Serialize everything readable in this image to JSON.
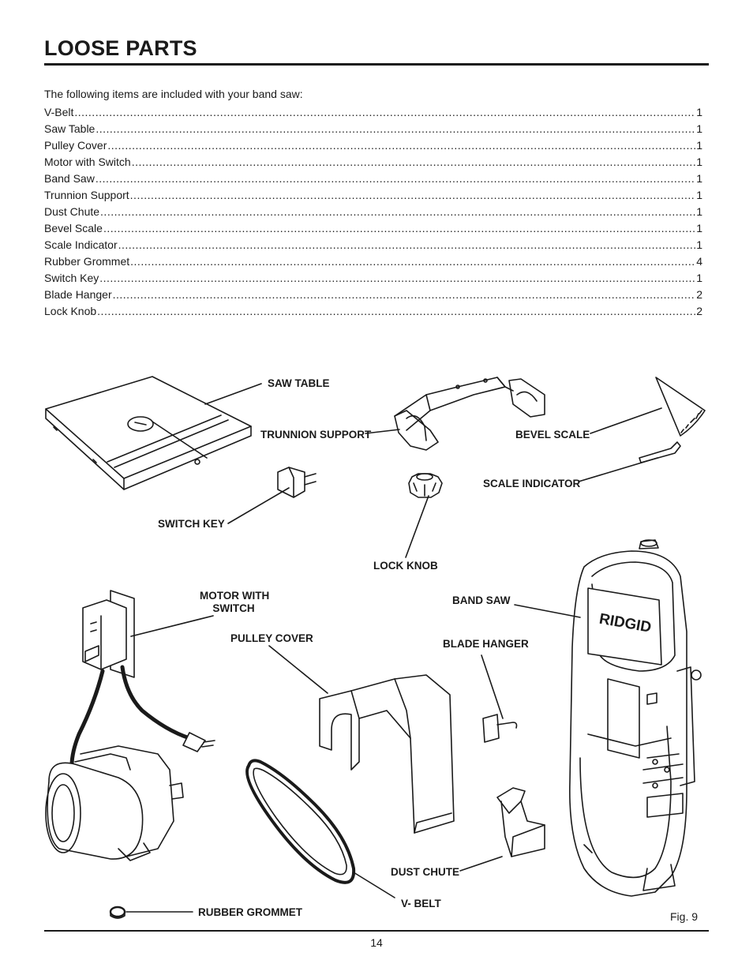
{
  "header": {
    "title": "LOOSE PARTS"
  },
  "intro": "The following items are included with your band saw:",
  "parts": [
    {
      "name": "V-Belt",
      "qty": "1"
    },
    {
      "name": "Saw Table",
      "qty": "1"
    },
    {
      "name": "Pulley Cover",
      "qty": "1"
    },
    {
      "name": "Motor with Switch",
      "qty": "1"
    },
    {
      "name": "Band Saw",
      "qty": "1"
    },
    {
      "name": "Trunnion Support",
      "qty": "1"
    },
    {
      "name": "Dust Chute",
      "qty": "1"
    },
    {
      "name": "Bevel Scale",
      "qty": "1"
    },
    {
      "name": "Scale Indicator",
      "qty": "1"
    },
    {
      "name": "Rubber Grommet",
      "qty": "4"
    },
    {
      "name": "Switch Key",
      "qty": "1"
    },
    {
      "name": "Blade Hanger",
      "qty": "2"
    },
    {
      "name": "Lock Knob",
      "qty": "2"
    }
  ],
  "figure": {
    "labels": {
      "saw_table": "SAW TABLE",
      "trunnion_support": "TRUNNION SUPPORT",
      "bevel_scale": "BEVEL SCALE",
      "scale_indicator": "SCALE INDICATOR",
      "switch_key": "SWITCH KEY",
      "lock_knob": "LOCK KNOB",
      "motor_with_switch_1": "MOTOR WITH",
      "motor_with_switch_2": "SWITCH",
      "band_saw": "BAND SAW",
      "pulley_cover": "PULLEY COVER",
      "blade_hanger": "BLADE HANGER",
      "dust_chute": "DUST CHUTE",
      "v_belt": "V- BELT",
      "rubber_grommet": "RUBBER GROMMET"
    },
    "brand": "RIDGID",
    "caption": "Fig. 9"
  },
  "footer": {
    "page_number": "14"
  }
}
